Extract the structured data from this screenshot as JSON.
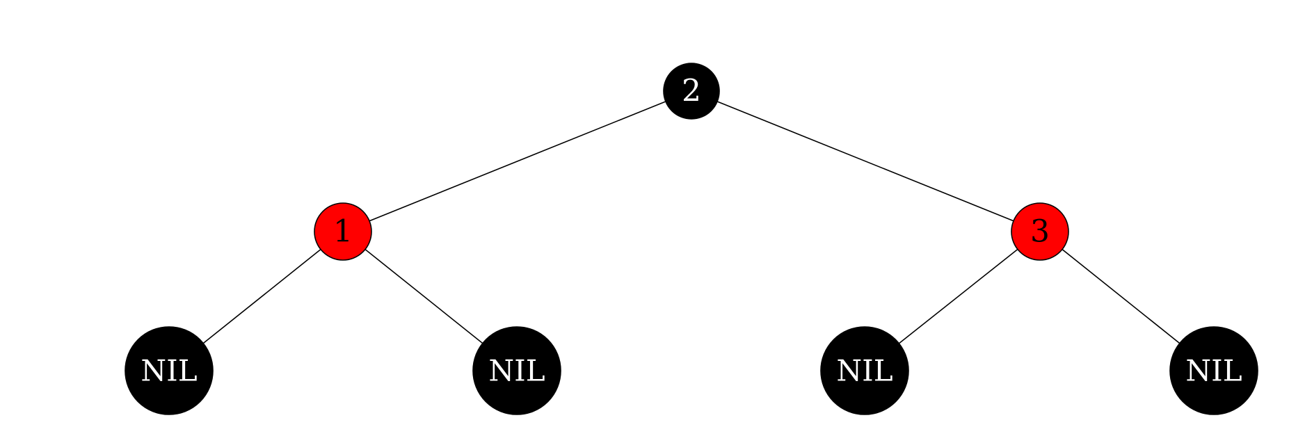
{
  "tree": {
    "nodes": [
      {
        "id": "n2",
        "label": "2",
        "color": "black",
        "fill": "#000000",
        "text_color": "#ffffff"
      },
      {
        "id": "n1",
        "label": "1",
        "color": "red",
        "fill": "#ff0000",
        "text_color": "#000000"
      },
      {
        "id": "n3",
        "label": "3",
        "color": "red",
        "fill": "#ff0000",
        "text_color": "#000000"
      },
      {
        "id": "nil1",
        "label": "NIL",
        "color": "black",
        "fill": "#000000",
        "text_color": "#ffffff"
      },
      {
        "id": "nil2",
        "label": "NIL",
        "color": "black",
        "fill": "#000000",
        "text_color": "#ffffff"
      },
      {
        "id": "nil3",
        "label": "NIL",
        "color": "black",
        "fill": "#000000",
        "text_color": "#ffffff"
      },
      {
        "id": "nil4",
        "label": "NIL",
        "color": "black",
        "fill": "#000000",
        "text_color": "#ffffff"
      }
    ],
    "edges": [
      {
        "from": "n2",
        "to": "n1"
      },
      {
        "from": "n2",
        "to": "n3"
      },
      {
        "from": "n1",
        "to": "nil1"
      },
      {
        "from": "n1",
        "to": "nil2"
      },
      {
        "from": "n3",
        "to": "nil3"
      },
      {
        "from": "n3",
        "to": "nil4"
      }
    ]
  }
}
